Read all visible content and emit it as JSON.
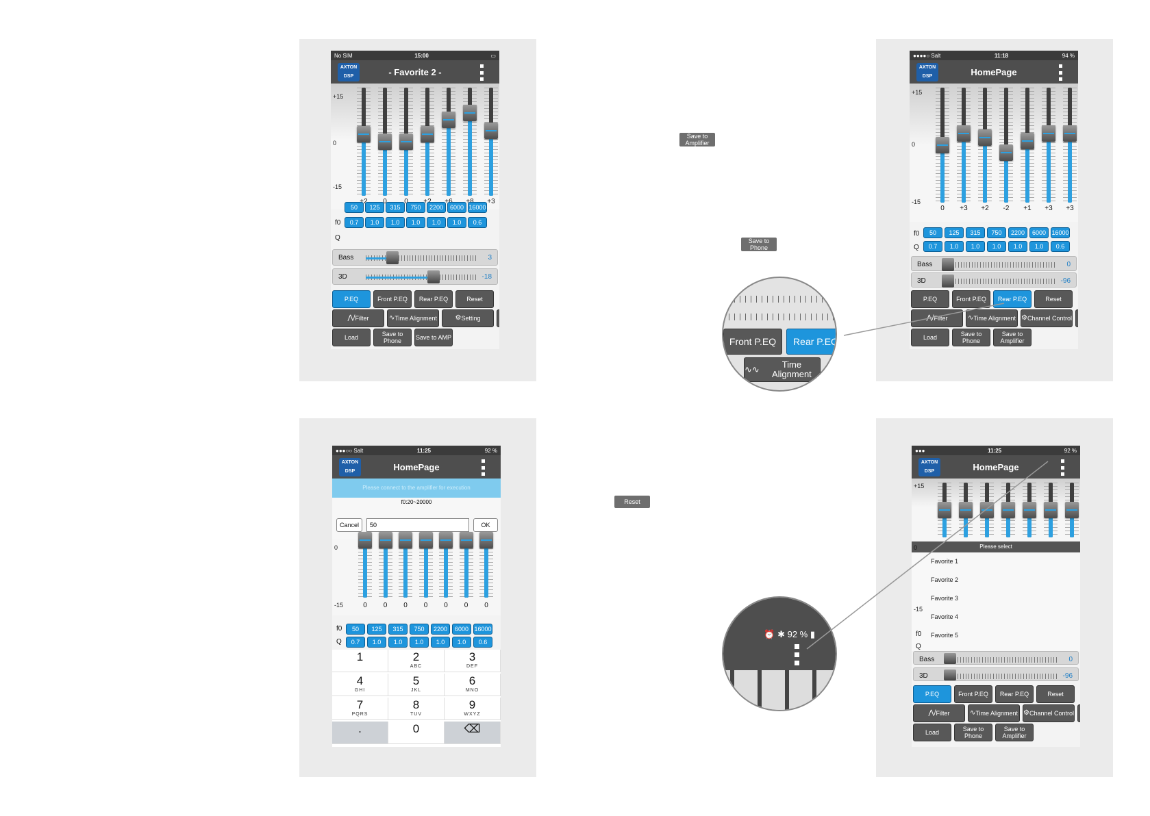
{
  "colors": {
    "accent": "#1e95dc",
    "header": "#4e4e4e",
    "button": "#585858"
  },
  "phone1": {
    "status": {
      "carrier": "No SIM",
      "time": "15:00"
    },
    "title": "- Favorite 2 -",
    "scale": {
      "top": "+15",
      "mid": "0",
      "bottom": "-15"
    },
    "gains": [
      "+2",
      "0",
      "0",
      "+2",
      "+6",
      "+8",
      "+3"
    ],
    "gain_values": [
      2,
      0,
      0,
      2,
      6,
      8,
      3
    ],
    "f0_label": "f0",
    "q_label": "Q",
    "f0": [
      "50",
      "125",
      "315",
      "750",
      "2200",
      "6000",
      "16000"
    ],
    "q": [
      "0.7",
      "1.0",
      "1.0",
      "1.0",
      "1.0",
      "1.0",
      "0.6"
    ],
    "bass": {
      "label": "Bass",
      "value": "3",
      "level": 0.25
    },
    "d3": {
      "label": "3D",
      "value": "-18",
      "level": 0.62
    },
    "buttons": [
      "P.EQ",
      "Front P.EQ",
      "Rear P.EQ",
      "Reset",
      "Filter",
      "Time Alignment",
      "Setting",
      "",
      "Load",
      "Save to Phone",
      "Save to AMP"
    ]
  },
  "phone2": {
    "status": {
      "carrier": "●●●●○ Salt",
      "time": "11:18",
      "battery": "94 %"
    },
    "title": "HomePage",
    "scale": {
      "top": "+15",
      "mid": "0",
      "bottom": "-15"
    },
    "gains": [
      "0",
      "+3",
      "+2",
      "-2",
      "+1",
      "+3",
      "+3"
    ],
    "gain_values": [
      0,
      3,
      2,
      -2,
      1,
      3,
      3
    ],
    "f0_label": "f0",
    "q_label": "Q",
    "f0": [
      "50",
      "125",
      "315",
      "750",
      "2200",
      "6000",
      "16000"
    ],
    "q": [
      "0.7",
      "1.0",
      "1.0",
      "1.0",
      "1.0",
      "1.0",
      "0.6"
    ],
    "bass": {
      "label": "Bass",
      "value": "0",
      "level": 0.0
    },
    "d3": {
      "label": "3D",
      "value": "-96",
      "level": 0.0
    },
    "buttons": [
      "P.EQ",
      "Front P.EQ",
      "Rear P.EQ",
      "Reset",
      "Filter",
      "Time Alignment",
      "Channel Control",
      "",
      "Load",
      "Save to Phone",
      "Save to Amplifier"
    ]
  },
  "phone3": {
    "status": {
      "carrier": "●●●○○ Salt",
      "time": "11:25",
      "battery": "92 %"
    },
    "title": "HomePage",
    "banner": "Please connect to the amplifier for execution",
    "dialog": {
      "range": "f0:20~20000",
      "cancel": "Cancel",
      "value": "50",
      "ok": "OK"
    },
    "scale": {
      "mid": "0",
      "bottom": "-15"
    },
    "gains": [
      "0",
      "0",
      "0",
      "0",
      "0",
      "0",
      "0"
    ],
    "f0_label": "f0",
    "q_label": "Q",
    "f0": [
      "50",
      "125",
      "315",
      "750",
      "2200",
      "6000",
      "16000"
    ],
    "q": [
      "0.7",
      "1.0",
      "1.0",
      "1.0",
      "1.0",
      "1.0",
      "0.6"
    ],
    "keys": [
      {
        "n": "1",
        "l": ""
      },
      {
        "n": "2",
        "l": "ABC"
      },
      {
        "n": "3",
        "l": "DEF"
      },
      {
        "n": "4",
        "l": "GHI"
      },
      {
        "n": "5",
        "l": "JKL"
      },
      {
        "n": "6",
        "l": "MNO"
      },
      {
        "n": "7",
        "l": "PQRS"
      },
      {
        "n": "8",
        "l": "TUV"
      },
      {
        "n": "9",
        "l": "WXYZ"
      },
      {
        "n": ".",
        "l": ""
      },
      {
        "n": "0",
        "l": ""
      },
      {
        "n": "⌫",
        "l": ""
      }
    ]
  },
  "phone4": {
    "status": {
      "time": "11:25",
      "battery": "92 %"
    },
    "title": "HomePage",
    "scale": {
      "top": "+15",
      "mid": "0",
      "bottom": "-15"
    },
    "popup_title": "Please select",
    "favorites": [
      "Favorite 1",
      "Favorite 2",
      "Favorite 3",
      "Favorite 4",
      "Favorite 5"
    ],
    "f0_label": "f0",
    "q_label": "Q",
    "bass": {
      "label": "Bass",
      "value": "0"
    },
    "d3": {
      "label": "3D",
      "value": "-96"
    },
    "buttons": [
      "P.EQ",
      "Front P.EQ",
      "Rear P.EQ",
      "Reset",
      "Filter",
      "Time Alignment",
      "Channel Control",
      "",
      "Load",
      "Save to Phone",
      "Save to Amplifier"
    ]
  },
  "callouts": {
    "save_amp": "Save to Amplifier",
    "save_phone": "Save to Phone",
    "reset": "Reset"
  },
  "zoom1": {
    "front": "Front P.EQ",
    "rear": "Rear P.EQ",
    "time": "Time Alignment"
  },
  "zoom2": {
    "battery": "92 %"
  }
}
